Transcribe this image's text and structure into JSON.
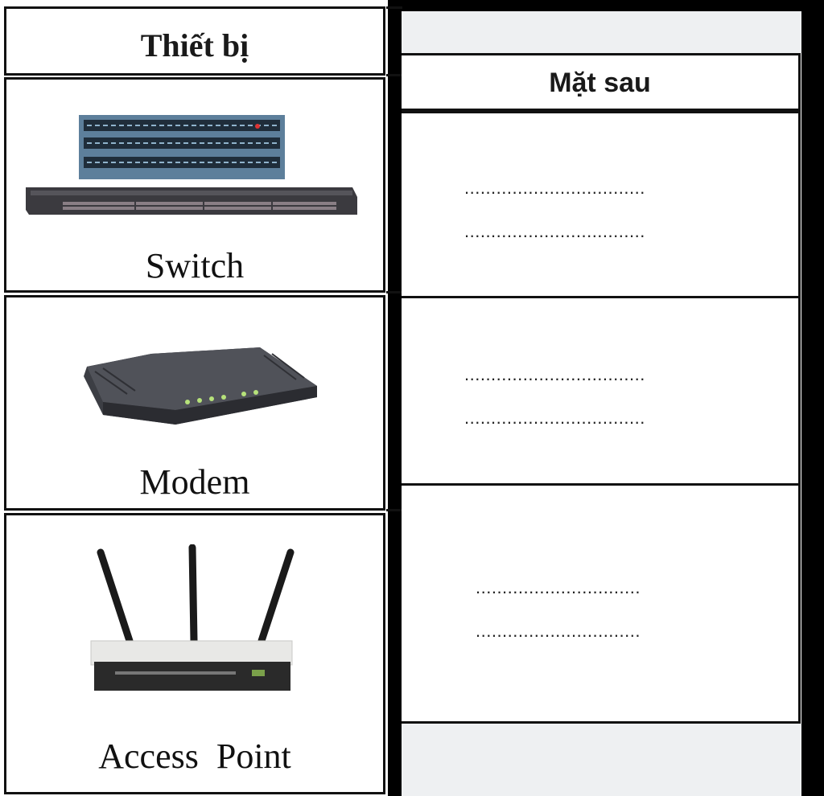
{
  "table": {
    "device_header": "Thiết bị",
    "back_header": "Mặt sau",
    "devices": [
      {
        "label": "Switch",
        "icon": "network-switch-icon"
      },
      {
        "label": "Modem",
        "icon": "modem-icon"
      },
      {
        "label": "Access  Point",
        "icon": "access-point-icon"
      }
    ],
    "blanks": [
      [
        "..................................",
        ".................................."
      ],
      [
        "..................................",
        ".................................."
      ],
      [
        "...............................",
        "..............................."
      ]
    ]
  }
}
